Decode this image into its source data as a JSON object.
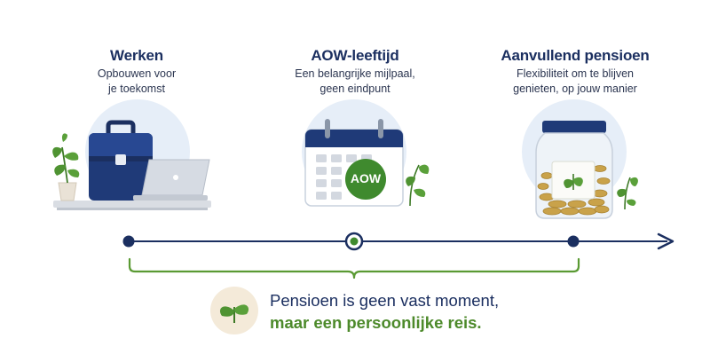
{
  "stages": [
    {
      "title": "Werken",
      "subtitle": [
        "Opbouwen voor",
        "je toekomst"
      ],
      "icon": "briefcase-laptop-plant"
    },
    {
      "title": "AOW-leeftijd",
      "subtitle": [
        "Een belangrijke mijlpaal,",
        "geen eindpunt"
      ],
      "icon": "calendar-aow",
      "badge": "AOW"
    },
    {
      "title": "Aanvullend pensioen",
      "subtitle": [
        "Flexibiliteit om te blijven",
        "genieten, op jouw manier"
      ],
      "icon": "savings-jar"
    }
  ],
  "message": {
    "line1": "Pensioen is geen vast moment,",
    "line2": "maar een persoonlijke reis.",
    "icon": "sprout-icon"
  },
  "colors": {
    "navy": "#1b2f60",
    "green": "#4d8a2b",
    "circle": "#e6eef8",
    "badge": "#3f8a2e"
  }
}
